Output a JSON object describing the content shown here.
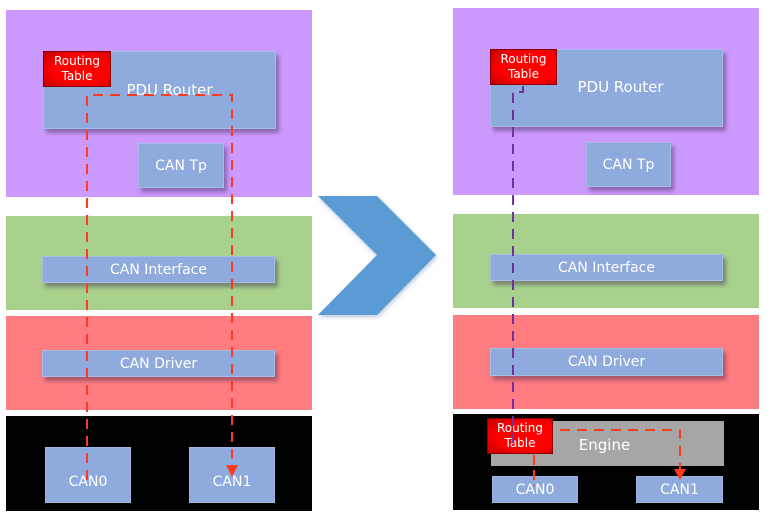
{
  "before": {
    "pdu_router": "PDU Router",
    "routing_table": "Routing Table",
    "can_tp": "CAN Tp",
    "can_interface": "CAN Interface",
    "can_driver": "CAN Driver",
    "can0": "CAN0",
    "can1": "CAN1"
  },
  "transition": {
    "icon": "chevron-right-arrow"
  },
  "after": {
    "pdu_router": "PDU Router",
    "routing_table": "Routing Table",
    "can_tp": "CAN Tp",
    "can_interface": "CAN Interface",
    "can_driver": "CAN Driver",
    "engine_routing_table": "Routing Table",
    "engine": "Engine",
    "can0": "CAN0",
    "can1": "CAN1"
  },
  "colors": {
    "service_layer": "#cc99ff",
    "interface_layer": "#a9d18e",
    "driver_layer": "#ff7c80",
    "hardware_layer": "#000000",
    "module_box": "#8faadc",
    "routing_table": "#ff0000",
    "engine": "#a6a6a6",
    "chevron": "#5b9bd5",
    "route_path": "#ff3b1f",
    "config_path": "#7030a0"
  }
}
